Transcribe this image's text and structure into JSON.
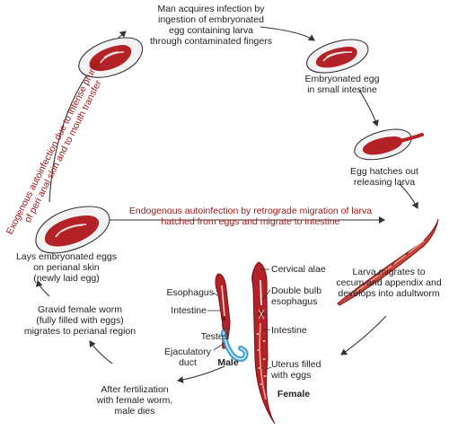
{
  "colors": {
    "parasite_red": "#b32226",
    "parasite_dark": "#7a1114",
    "egg_shell": "#f3f3f3",
    "male_blue": "#4aa3d4",
    "arrow": "#333333",
    "autoinfection_text": "#a01818"
  },
  "steps": {
    "ingestion": [
      "Man acquires infection by",
      "ingestion of embryonated",
      "egg containing larva",
      "through contaminated fingers"
    ],
    "embryonated": [
      "Embryonated egg",
      "in small intestine"
    ],
    "hatch": [
      "Egg hatches out",
      "releasing larva"
    ],
    "larva": [
      "Larva migrates to",
      "cecum and appendix and",
      "develops into adultworm"
    ],
    "fertilization": [
      "After fertilization",
      "with female worm,",
      "male dies"
    ],
    "gravid": [
      "Gravid female worm",
      "(fully filled with eggs)",
      "migrates to perianal region"
    ],
    "lays": [
      "Lays embryonated eggs",
      "on perianal skin",
      "(newly laid egg)"
    ]
  },
  "autoinfection": {
    "endogenous": [
      "Endogenous autoinfection by retrograde migration of larva",
      "hatched from eggs and migrate to intestine"
    ],
    "exogenous": [
      "Exogenous autoinfection due to intense pruritis",
      "of peri anal skin and to mouth transfer"
    ]
  },
  "male_labels": {
    "esophagus": "Esophagus",
    "intestine": "Intestine",
    "testes": "Testes",
    "ejaculatory_duct": [
      "Ejaculatory",
      "duct"
    ],
    "title": "Male"
  },
  "female_labels": {
    "cervical_alae": "Cervical alae",
    "double_bulb": [
      "Double bulb",
      "esophagus"
    ],
    "intestine": "Intestine",
    "uterus": [
      "Uterus filled",
      "with eggs"
    ],
    "title": "Female"
  }
}
